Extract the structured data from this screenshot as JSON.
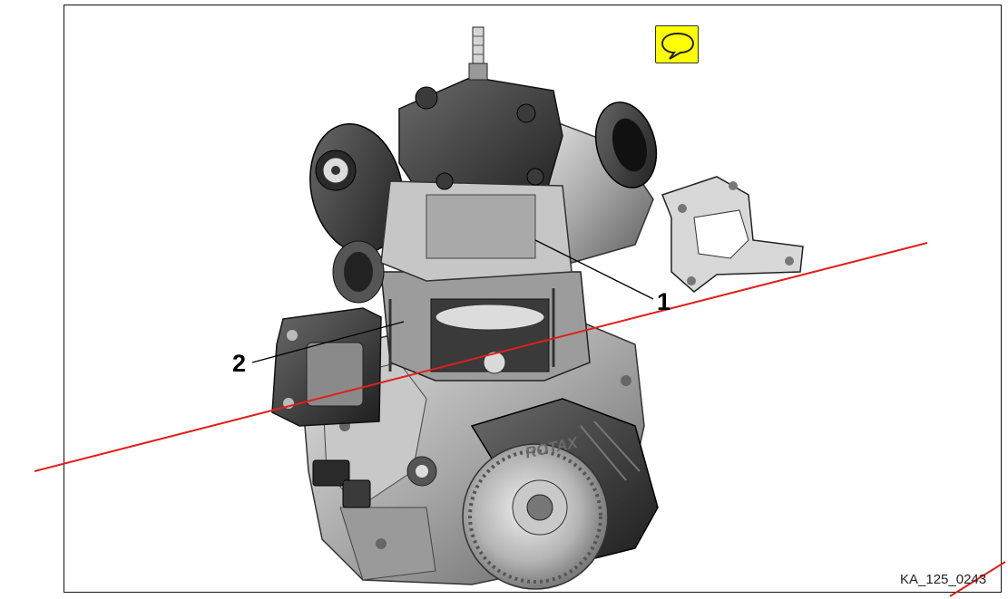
{
  "figure": {
    "callouts": [
      {
        "id": "1",
        "label": "1"
      },
      {
        "id": "2",
        "label": "2"
      }
    ],
    "reference_code": "KA_125_0243",
    "engine_brand_text": "ROTAX"
  },
  "comment_icon": {
    "name": "speech-bubble-icon",
    "color": "#ffff00"
  },
  "markup": {
    "line_color": "#e0201c"
  }
}
